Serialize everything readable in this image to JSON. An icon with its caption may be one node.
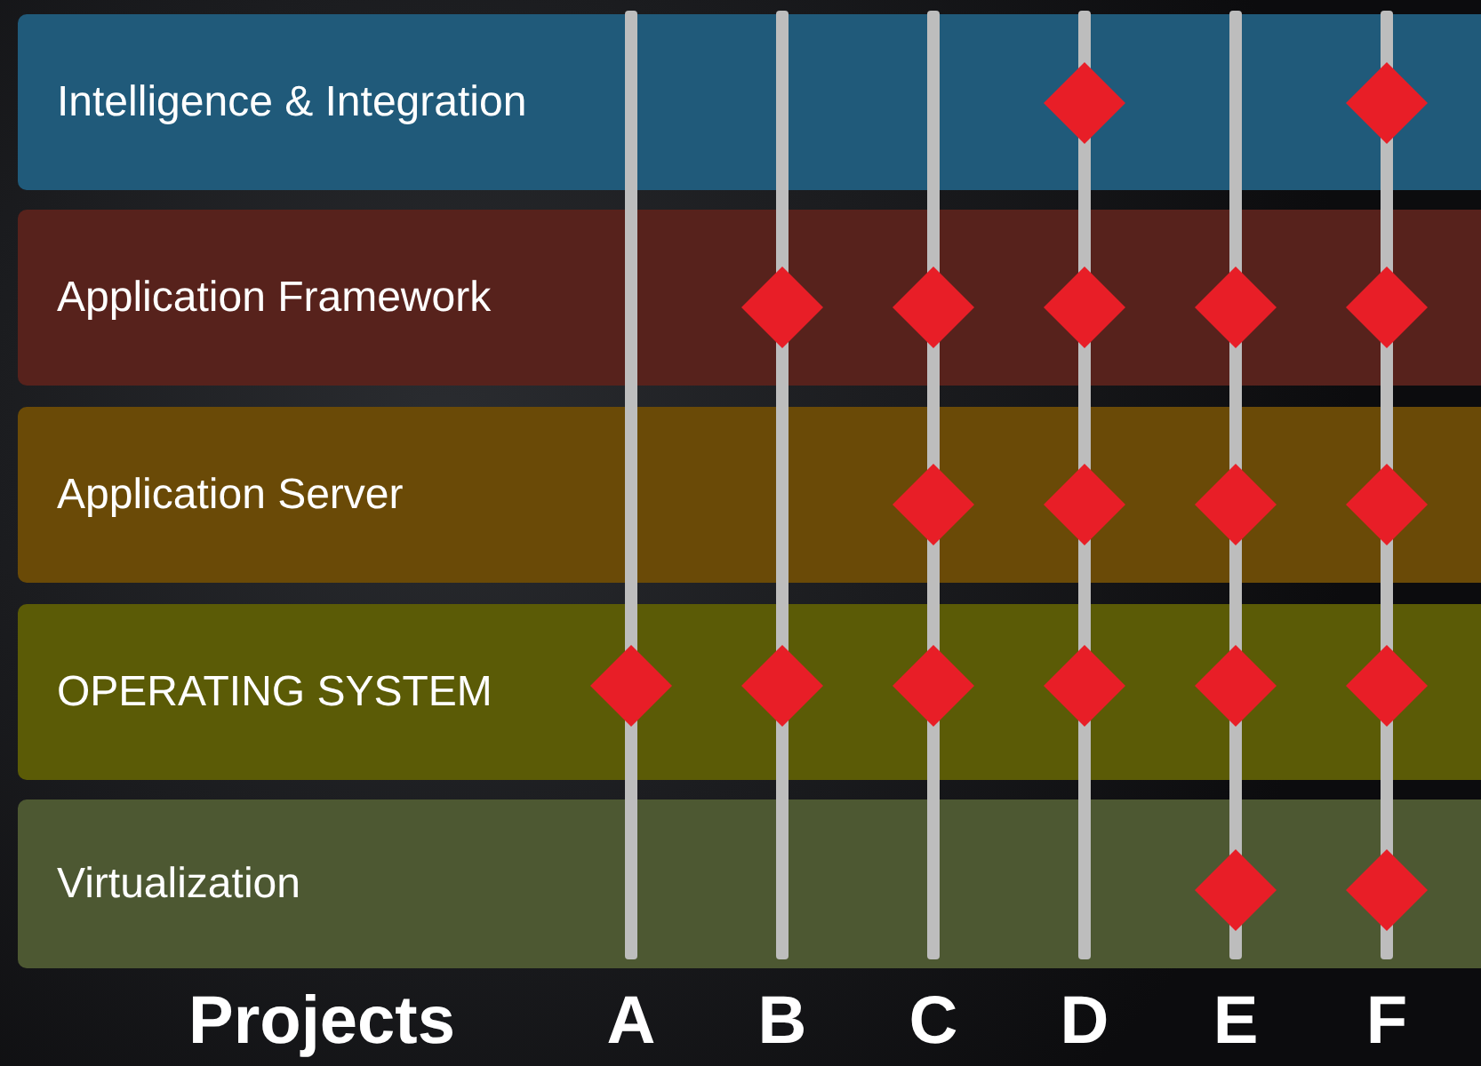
{
  "diagram": {
    "nodes": [
      {
        "text": [
          "Intelligence & Integration"
        ]
      },
      {
        "text": [],
        "shape": "diamond",
        "in": 0
      },
      {
        "text": [],
        "shape": "diamond",
        "in": 0
      },
      {
        "text": [
          "Application Framework"
        ]
      },
      {
        "text": [],
        "shape": "diamond",
        "in": 3
      },
      {
        "text": [],
        "shape": "diamond",
        "in": 3
      },
      {
        "text": [],
        "shape": "diamond",
        "in": 3
      },
      {
        "text": [],
        "shape": "diamond",
        "in": 3
      },
      {
        "text": [],
        "shape": "diamond",
        "in": 3
      },
      {
        "text": [
          "Application Server"
        ]
      },
      {
        "text": [],
        "shape": "diamond",
        "in": 9
      },
      {
        "text": [],
        "shape": "diamond",
        "in": 9
      },
      {
        "text": [],
        "shape": "diamond",
        "in": 9
      },
      {
        "text": [],
        "shape": "diamond",
        "in": 9
      },
      {
        "text": [
          "OPERATING SYSTEM"
        ]
      },
      {
        "text": [],
        "shape": "diamond",
        "in": 14
      },
      {
        "text": [],
        "shape": "diamond",
        "in": 14
      },
      {
        "text": [],
        "shape": "diamond",
        "in": 14
      },
      {
        "text": [],
        "shape": "diamond",
        "in": 14
      },
      {
        "text": [],
        "shape": "diamond",
        "in": 14
      },
      {
        "text": [],
        "shape": "diamond",
        "in": 14
      },
      {
        "text": [
          "Virtualization"
        ]
      },
      {
        "text": [],
        "shape": "diamond",
        "in": 21
      },
      {
        "text": [],
        "shape": "diamond",
        "in": 21
      }
    ],
    "labels": [
      "Projects",
      "A",
      "B",
      "C",
      "D",
      "E",
      "F"
    ]
  }
}
